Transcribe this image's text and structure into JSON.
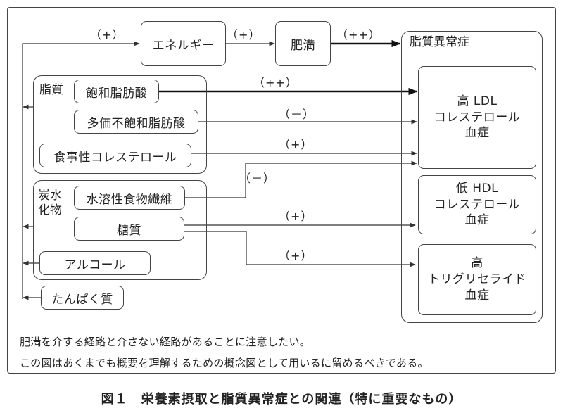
{
  "diagram": {
    "nodes": {
      "energy": "エネルギー",
      "obesity": "肥満",
      "dyslipidemia": "脂質異常症",
      "high_ldl": [
        "高 LDL",
        "コレステロール",
        "血症"
      ],
      "low_hdl": [
        "低 HDL",
        "コレステロール",
        "血症"
      ],
      "high_tg": [
        "高",
        "トリグリセライド",
        "血症"
      ],
      "lipid_group": "脂質",
      "saturated_fa": "飽和脂肪酸",
      "pufa": "多価不飽和脂肪酸",
      "dietary_cholesterol": "食事性コレステロール",
      "carb_group": [
        "炭水",
        "化物"
      ],
      "soluble_fiber": "水溶性食物繊維",
      "sugar": "糖質",
      "alcohol": "アルコール",
      "protein": "たんぱく質"
    },
    "edge_labels": {
      "to_energy": "（+）",
      "energy_obesity": "（+）",
      "obesity_dyslipidemia": "（++）",
      "satfa_ldl": "（++）",
      "pufa_ldl": "（－）",
      "chol_ldl": "（+）",
      "fiber_ldl": "（－）",
      "sugar_hdl": "（+）",
      "sugar_tg": "（+）"
    },
    "notes": [
      "肥満を介する経路と介さない経路があることに注意したい。",
      "この図はあくまでも概要を理解するための概念図として用いるに留めるべきである。"
    ],
    "caption": "図１　栄養素摂取と脂質異常症との関連（特に重要なもの）"
  }
}
